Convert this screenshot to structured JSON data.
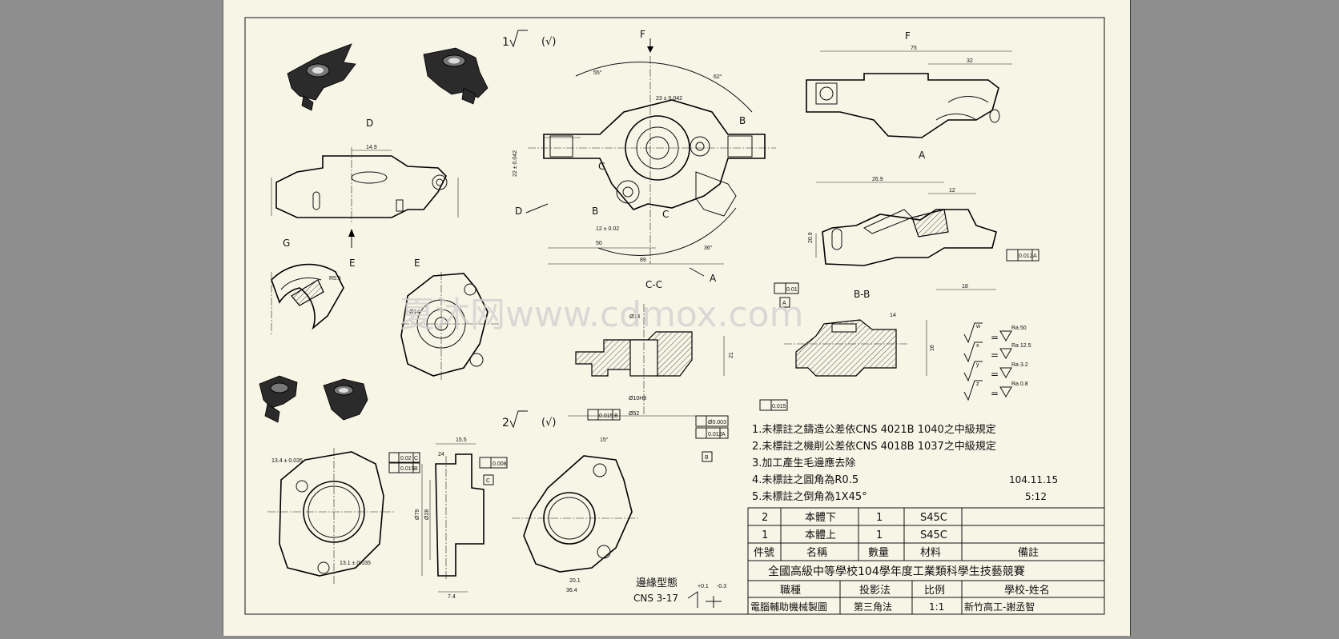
{
  "labels": {
    "F_top": "F",
    "F_right": "F",
    "A_right": "A",
    "D_left": "D",
    "D_arrow": "D",
    "E_arrow": "E",
    "E_view": "E",
    "G_view": "G",
    "B_view": "B",
    "B_arrow_top": "B",
    "B_arrow_bottom": "B",
    "C_arrow_top": "C",
    "C_arrow_bottom": "C",
    "A_arrow_bottom": "A",
    "CC_section": "C-C",
    "BB_section": "B-B"
  },
  "surface_marks": {
    "view1": "1",
    "view1_paren": "(√)",
    "view2": "2",
    "view2_paren": "(√)",
    "finish": [
      {
        "sym": "w",
        "value": "Ra 50"
      },
      {
        "sym": "x",
        "value": "Ra 12.5"
      },
      {
        "sym": "y",
        "value": "Ra 3.2"
      },
      {
        "sym": "z",
        "value": "Ra 0.8"
      }
    ]
  },
  "dimensions": {
    "d75": "75",
    "d32": "32",
    "d50": "50",
    "d89": "89",
    "d269": "26.9",
    "d12": "12",
    "d18": "18",
    "d209": "20.9",
    "d149": "14.9",
    "d155": "15.5",
    "d24": "24",
    "d74": "7.4",
    "d15deg": "15°",
    "d36deg": "36°",
    "d55deg": "55°",
    "d62deg": "62°",
    "d23tol": "23 ± 0.042",
    "d22tol": "22 ± 0.042",
    "d12tol": "12 ± 0.02",
    "d16a": "16",
    "d14": "14",
    "d21": "21",
    "d52": "Ø52",
    "d10h8": "Ø10H8",
    "d14b": "Ø14",
    "d14c": "Ø14",
    "d135tol": "13.4 ± 0.035",
    "d131tol": "13.1 ± 0.035",
    "d79": "Ø79",
    "d28": "Ø28",
    "d334": "36.4",
    "d201": "20.1",
    "d55r": "R5.5"
  },
  "gdt": {
    "parallel": "0.012",
    "parallel_datum": "A",
    "flat1": "0.01",
    "flat1_datum": "A",
    "flat2": "0.015",
    "flat2_datum": "B",
    "pos1": "Ø0.003",
    "perp1": "0.012",
    "perp1_datum": "A",
    "datumB": "B",
    "circ1": "0.015",
    "circ1_datum": "B",
    "cb1": "0.02",
    "cb1_datum": "C",
    "cb2": "0.015",
    "cb2_datum": "B",
    "flat3": "0.008",
    "datumC": "C"
  },
  "notes": [
    "1.未標註之鑄造公差依CNS 4021B 1040之中級規定",
    "2.未標註之機削公差依CNS 4018B 1037之中級規定",
    "3.加工產生毛邊應去除",
    "4.未標註之圓角為R0.5",
    "5.未標註之倒角為1X45°"
  ],
  "date": "104.11.15",
  "scale_note": "5:12",
  "edge_note": {
    "line1": "邊緣型態",
    "line2": "CNS 3-17",
    "plus": "+0.1",
    "minus": "-0.3"
  },
  "parts_list": [
    {
      "no": "2",
      "name": "本體下",
      "qty": "1",
      "material": "S45C",
      "remark": ""
    },
    {
      "no": "1",
      "name": "本體上",
      "qty": "1",
      "material": "S45C",
      "remark": ""
    }
  ],
  "parts_header": {
    "no": "件號",
    "name": "名稱",
    "qty": "數量",
    "material": "材料",
    "remark": "備註"
  },
  "title_block": {
    "competition": "全國高級中等學校104學年度工業類科學生技藝競賽",
    "h_trade": "職種",
    "h_projection": "投影法",
    "h_scale": "比例",
    "h_school": "學校-姓名",
    "trade": "電腦輔助機械製圖",
    "projection": "第三角法",
    "scale": "1:1",
    "school": "新竹高工-謝丞智"
  },
  "watermark": "夏沐网www.cdmox.com"
}
